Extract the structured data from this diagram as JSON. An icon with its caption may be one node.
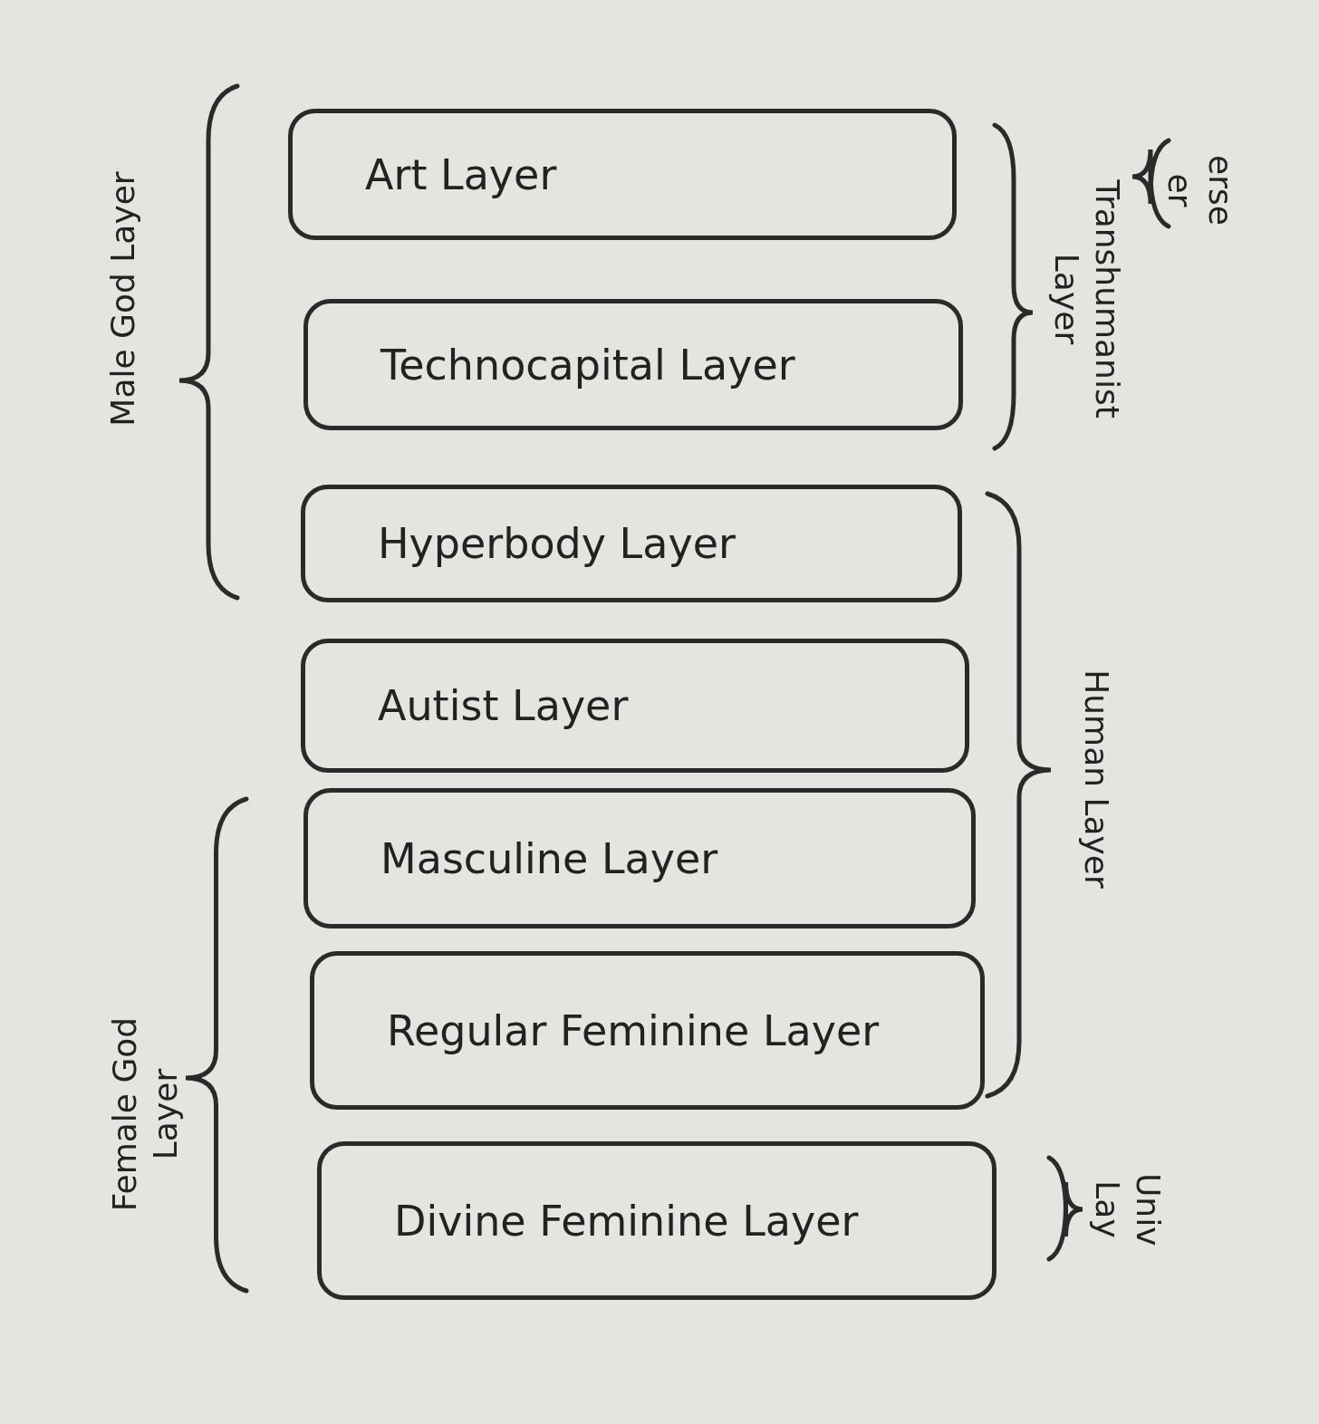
{
  "diagram": {
    "nodes": [
      {
        "text": [
          "Art Layer"
        ]
      },
      {
        "text": [
          "Technocapital Layer"
        ]
      },
      {
        "text": [
          "Hyperbody Layer"
        ]
      },
      {
        "text": [
          "Autist Layer"
        ]
      },
      {
        "text": [
          "Masculine Layer"
        ]
      },
      {
        "text": [
          "Regular Feminine Layer"
        ]
      },
      {
        "text": [
          "Divine Feminine Layer"
        ]
      }
    ],
    "edges": [],
    "labels": [
      "Male God Layer",
      "erse er",
      "Transhumanist Layer",
      "Human Layer",
      "Female God Layer",
      "Univ Lay"
    ]
  }
}
